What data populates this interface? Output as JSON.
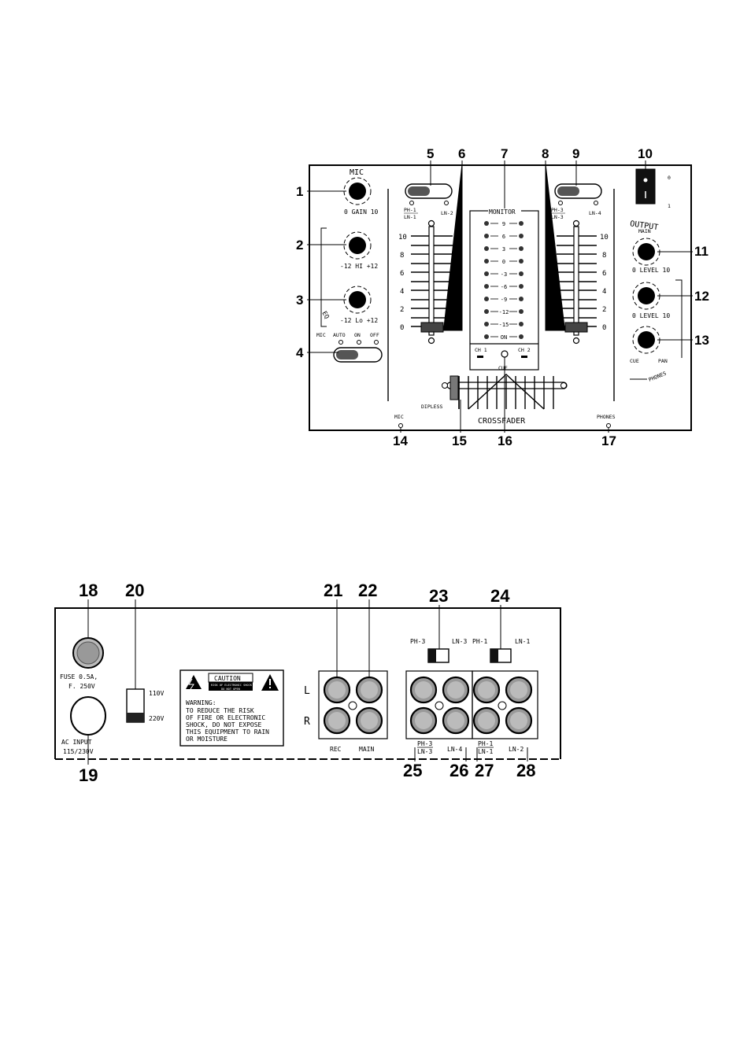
{
  "front_panel": {
    "callouts": [
      "1",
      "2",
      "3",
      "4",
      "5",
      "6",
      "7",
      "8",
      "9",
      "10",
      "11",
      "12",
      "13",
      "14",
      "15",
      "16",
      "17"
    ],
    "mic_title": "MIC",
    "gain_label": "0 GAIN 10",
    "hi_label": "-12 HI +12",
    "lo_label": "-12 Lo +12",
    "eq_label": "EQ",
    "mic_switch_labels": [
      "MIC",
      "AUTO",
      "ON",
      "OFF"
    ],
    "left_selector_labels": [
      "PH-1",
      "LN-1",
      "LN-2"
    ],
    "right_selector_labels": [
      "PH-3",
      "LN-3",
      "LN-4"
    ],
    "fader_scale": [
      "10",
      "8",
      "6",
      "4",
      "2",
      "0"
    ],
    "monitor_title": "MONITOR",
    "monitor_levels": [
      "9",
      "6",
      "3",
      "0",
      "-3",
      "-6",
      "-9",
      "-12",
      "-15",
      "ON"
    ],
    "ch1_label": "CH 1",
    "ch2_label": "CH 2",
    "cue_label": "CUE",
    "power_labels": [
      "0",
      "1"
    ],
    "output_title": "OUTPUT",
    "main_label": "MAIN",
    "level_label": "0 LEVEL 10",
    "cue_pan_labels": [
      "CUE",
      "PAN"
    ],
    "phones_label": "PHONES",
    "dipless_label": "DIPLESS",
    "crossfader_label": "CROSSFADER",
    "mic_jack_label": "MIC",
    "phones_jack_label": "PHONES"
  },
  "rear_panel": {
    "callouts": [
      "18",
      "20",
      "21",
      "22",
      "23",
      "24",
      "19",
      "25",
      "26",
      "27",
      "28"
    ],
    "fuse_label": [
      "FUSE 0.5A,",
      "F. 250V"
    ],
    "ac_input_label": [
      "AC INPUT",
      "115/230V"
    ],
    "voltage_labels": [
      "110V",
      "220V"
    ],
    "caution_title": "CAUTION",
    "caution_sub": [
      "RISK OF ELECTRONIC SHOCK",
      "DO NOT OPEN"
    ],
    "warning_lines": [
      "WARNING:",
      "TO REDUCE THE RISK",
      "OF FIRE OR ELECTRONIC",
      "SHOCK, DO NOT EXPOSE",
      "THIS EQUIPMENT TO RAIN",
      "OR MOISTURE"
    ],
    "lr_labels": [
      "L",
      "R"
    ],
    "rec_label": "REC",
    "main_label": "MAIN",
    "switch23_labels": [
      "PH-3",
      "LN-3"
    ],
    "switch24_labels": [
      "PH-1",
      "LN-1"
    ],
    "group_ph3_ln3": [
      "PH-3",
      "LN-3"
    ],
    "ln4_label": "LN-4",
    "group_ph1_ln1": [
      "PH-1",
      "LN-1"
    ],
    "ln2_label": "LN-2"
  }
}
